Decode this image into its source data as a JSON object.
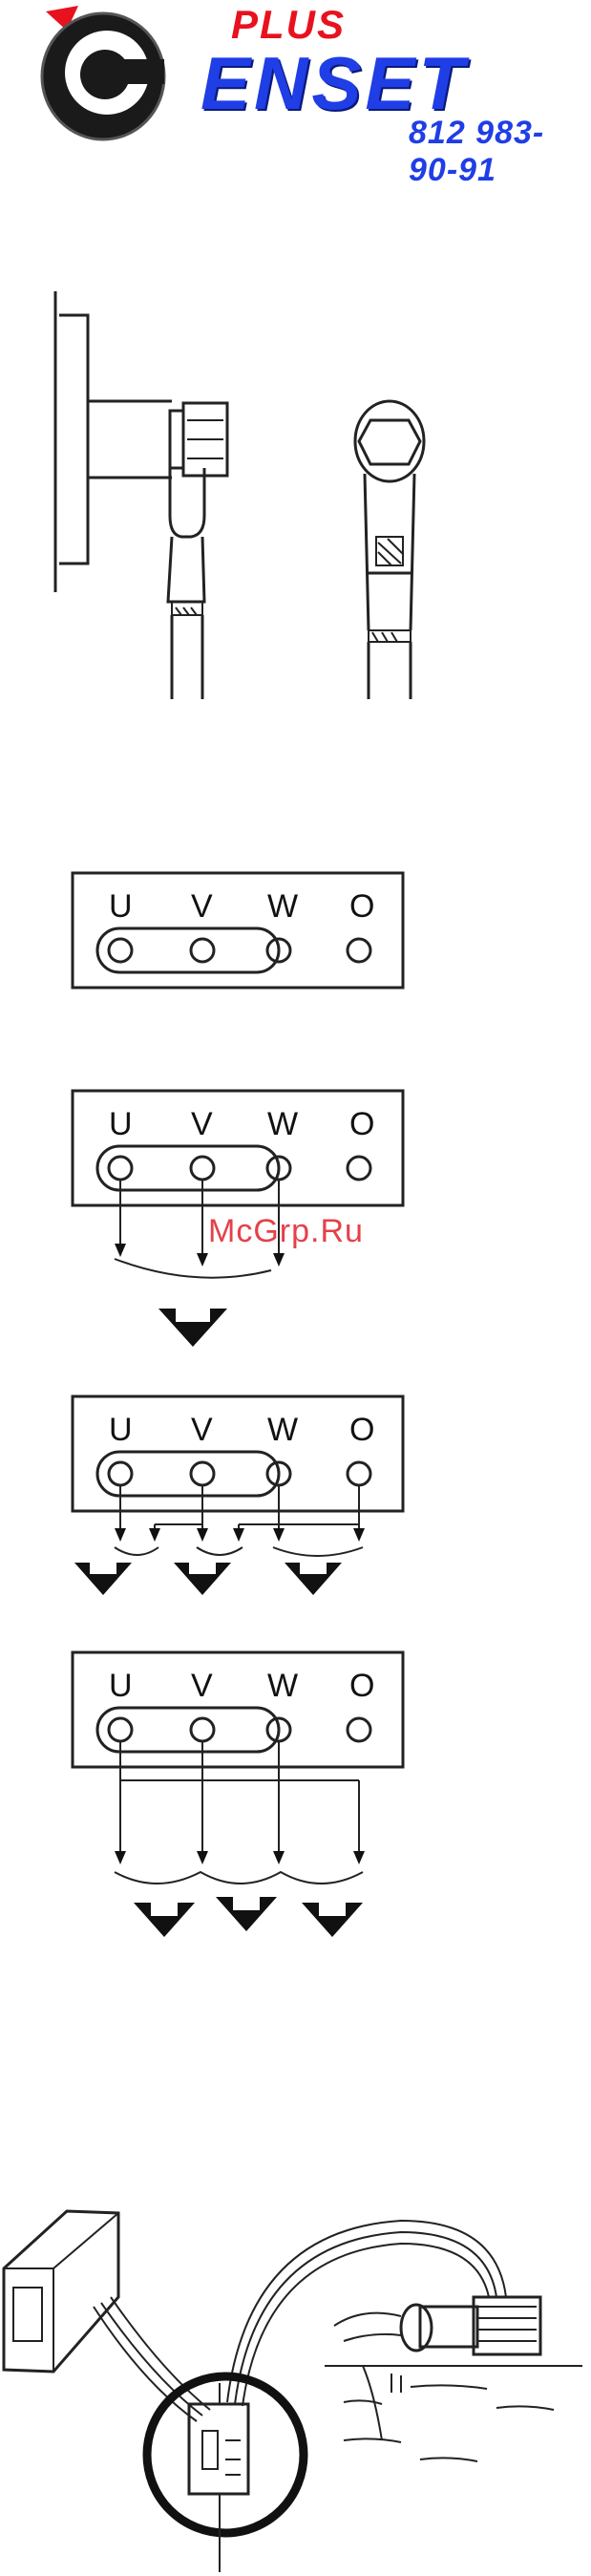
{
  "logo": {
    "top_text": "PLUS",
    "main_text": "ENSET",
    "phone": "812 983-90-91",
    "colors": {
      "red": "#e8121e",
      "blue": "#1f3ee6",
      "dark": "#1a1a1a"
    }
  },
  "watermark": "McGrp.Ru",
  "terminal_labels": [
    "U",
    "V",
    "W",
    "O"
  ]
}
